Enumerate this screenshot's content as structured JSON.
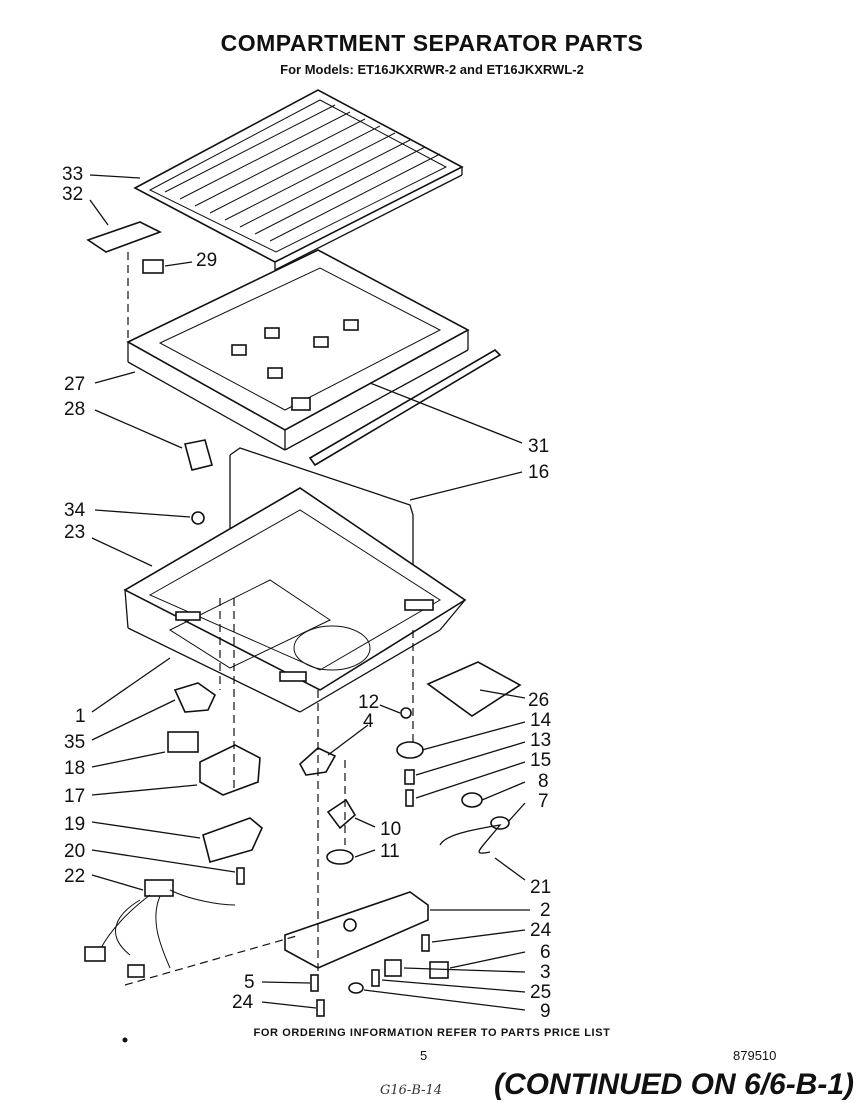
{
  "header": {
    "title": "COMPARTMENT SEPARATOR PARTS",
    "subtitle": "For Models: ET16JKXRWR-2 and ET16JKXRWL-2"
  },
  "labels": {
    "p33": "33",
    "p32": "32",
    "p29": "29",
    "p27": "27",
    "p28": "28",
    "p31": "31",
    "p16": "16",
    "p34": "34",
    "p23": "23",
    "p1": "1",
    "p35": "35",
    "p18": "18",
    "p17": "17",
    "p19": "19",
    "p20": "20",
    "p22": "22",
    "p26": "26",
    "p12": "12",
    "p4": "4",
    "p14": "14",
    "p13": "13",
    "p15": "15",
    "p8": "8",
    "p7": "7",
    "p10": "10",
    "p11": "11",
    "p21": "21",
    "p2": "2",
    "p24a": "24",
    "p6": "6",
    "p3": "3",
    "p5": "5",
    "p25": "25",
    "p24b": "24",
    "p9": "9"
  },
  "footer": {
    "note": "FOR ORDERING INFORMATION REFER TO PARTS PRICE LIST",
    "page": "5",
    "doc_number": "879510",
    "handwritten": "G16-B-14",
    "continued": "(CONTINUED ON 6/6-B-1)"
  }
}
